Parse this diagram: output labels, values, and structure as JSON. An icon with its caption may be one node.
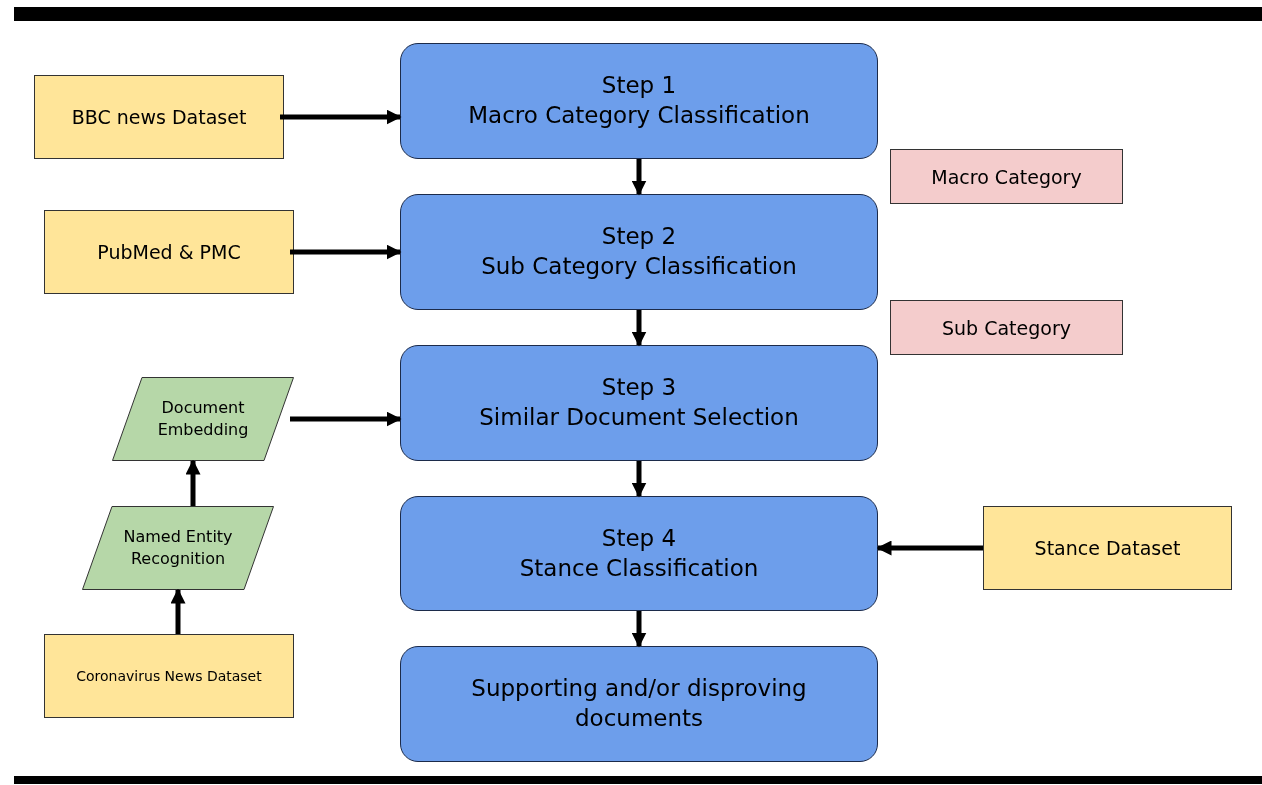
{
  "diagram": {
    "nodes": [
      {
        "text": [
          "BBC news Dataset"
        ]
      },
      {
        "text": [
          "Step 1",
          "Macro Category Classification"
        ]
      },
      {
        "text": [
          "Macro Category"
        ]
      },
      {
        "text": [
          "PubMed & PMC"
        ]
      },
      {
        "text": [
          "Step 2",
          "Sub Category Classification"
        ]
      },
      {
        "text": [
          "Sub Category"
        ]
      },
      {
        "text": [
          "Document Embedding"
        ]
      },
      {
        "text": [
          "Step 3",
          "Similar Document Selection"
        ]
      },
      {
        "text": [
          "Named Entity Recognition"
        ]
      },
      {
        "text": [
          "Step 4",
          "Stance Classification"
        ]
      },
      {
        "text": [
          "Stance Dataset"
        ]
      },
      {
        "text": [
          "Coronavirus News Dataset"
        ]
      },
      {
        "text": [
          "Supporting and/or disproving documents"
        ]
      }
    ],
    "edges": [
      {
        "from": 0,
        "to": 1,
        "arrow": "to"
      },
      {
        "from": 1,
        "to": 4,
        "arrow": "to"
      },
      {
        "from": 3,
        "to": 4,
        "arrow": "to"
      },
      {
        "from": 4,
        "to": 7,
        "arrow": "to"
      },
      {
        "from": 6,
        "to": 7,
        "arrow": "to"
      },
      {
        "from": 8,
        "to": 6,
        "arrow": "to"
      },
      {
        "from": 11,
        "to": 8,
        "arrow": "to"
      },
      {
        "from": 7,
        "to": 9,
        "arrow": "to"
      },
      {
        "from": 10,
        "to": 9,
        "arrow": "to"
      },
      {
        "from": 9,
        "to": 12,
        "arrow": "to"
      }
    ]
  }
}
